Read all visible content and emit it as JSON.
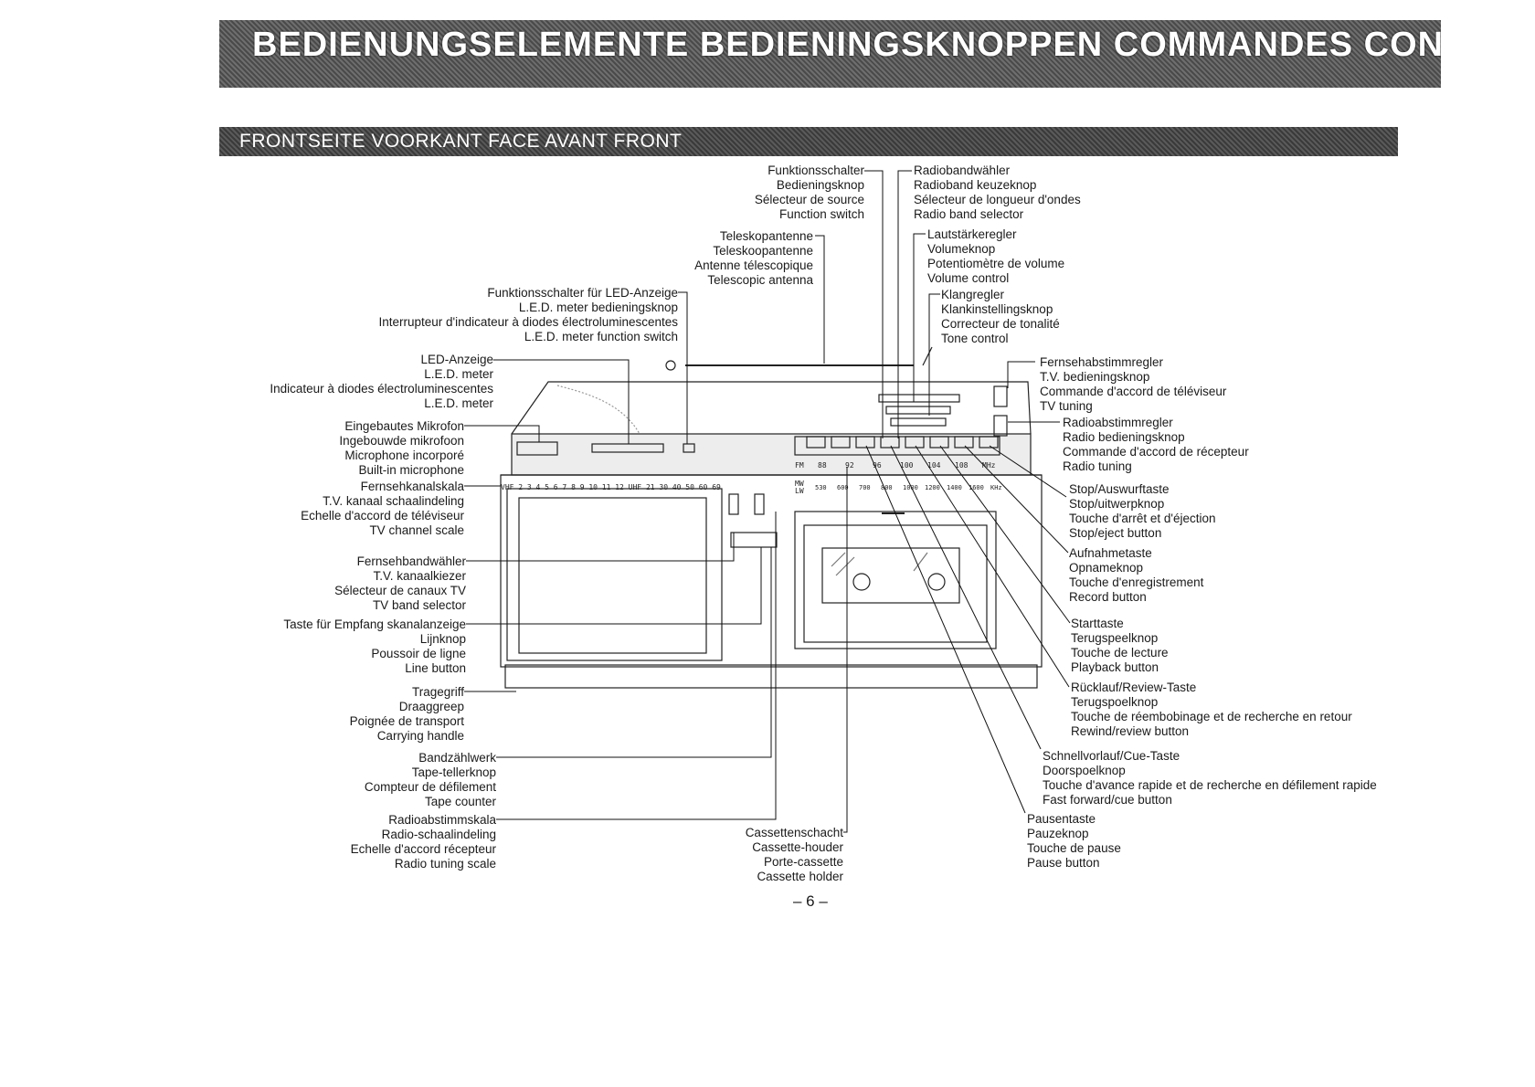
{
  "header": {
    "title": "BEDIENUNGSELEMENTE BEDIENINGSKNOPPEN COMMANDES CONTROLS",
    "subtitle": "FRONTSEITE  VOORKANT  FACE AVANT  FRONT"
  },
  "labels": {
    "function_switch": [
      "Funktionsschalter",
      "Bedieningsknop",
      "Sélecteur de source",
      "Function switch"
    ],
    "telescopic_antenna": [
      "Teleskopantenne",
      "Teleskoopantenne",
      "Antenne télescopique",
      "Telescopic antenna"
    ],
    "led_switch": [
      "Funktionsschalter für LED-Anzeige",
      "L.E.D. meter bedieningsknop",
      "Interrupteur d'indicateur à diodes électroluminescentes",
      "L.E.D. meter function switch"
    ],
    "led_meter": [
      "LED-Anzeige",
      "L.E.D. meter",
      "Indicateur à diodes électroluminescentes",
      "L.E.D. meter"
    ],
    "microphone": [
      "Eingebautes Mikrofon",
      "Ingebouwde mikrofoon",
      "Microphone incorporé",
      "Built-in microphone"
    ],
    "tv_channel_scale": [
      "Fernsehkanalskala",
      "T.V. kanaal schaalindeling",
      "Echelle d'accord de téléviseur",
      "TV channel scale"
    ],
    "tv_band_selector": [
      "Fernsehbandwähler",
      "T.V. kanaalkiezer",
      "Sélecteur de canaux TV",
      "TV band selector"
    ],
    "line_button": [
      "Taste für Empfang skanalanzeige",
      "Lijnknop",
      "Poussoir de ligne",
      "Line button"
    ],
    "carrying_handle": [
      "Tragegriff",
      "Draaggreep",
      "Poignée de transport",
      "Carrying handle"
    ],
    "tape_counter": [
      "Bandzählwerk",
      "Tape-tellerknop",
      "Compteur de défilement",
      "Tape counter"
    ],
    "radio_tuning_scale": [
      "Radioabstimmskala",
      "Radio-schaalindeling",
      "Echelle d'accord récepteur",
      "Radio tuning scale"
    ],
    "cassette_holder": [
      "Cassettenschacht",
      "Cassette-houder",
      "Porte-cassette",
      "Cassette holder"
    ],
    "radio_band_selector": [
      "Radiobandwähler",
      "Radioband keuzeknop",
      "Sélecteur de longueur d'ondes",
      "Radio band selector"
    ],
    "volume_control": [
      "Lautstärkeregler",
      "Volumeknop",
      "Potentiomètre de volume",
      "Volume control"
    ],
    "tone_control": [
      "Klangregler",
      "Klankinstellingsknop",
      "Correcteur de tonalité",
      "Tone control"
    ],
    "tv_tuning": [
      "Fernsehabstimmregler",
      "T.V. bedieningsknop",
      "Commande d'accord de téléviseur",
      "TV tuning"
    ],
    "radio_tuning": [
      "Radioabstimmregler",
      "Radio bedieningsknop",
      "Commande d'accord de récepteur",
      "Radio tuning"
    ],
    "stop_eject": [
      "Stop/Auswurftaste",
      "Stop/uitwerpknop",
      "Touche d'arrêt et d'éjection",
      "Stop/eject button"
    ],
    "record": [
      "Aufnahmetaste",
      "Opnameknop",
      "Touche d'enregistrement",
      "Record button"
    ],
    "playback": [
      "Starttaste",
      "Terugspeelknop",
      "Touche de lecture",
      "Playback button"
    ],
    "rewind": [
      "Rücklauf/Review-Taste",
      "Terugspoelknop",
      "Touche de réembobinage et de recherche en retour",
      "Rewind/review button"
    ],
    "fast_forward": [
      "Schnellvorlauf/Cue-Taste",
      "Doorspoelknop",
      "Touche d'avance rapide et de recherche en défilement rapide",
      "Fast forward/cue button"
    ],
    "pause": [
      "Pausentaste",
      "Pauzeknop",
      "Touche de pause",
      "Pause button"
    ]
  },
  "device": {
    "tv_scale_text": "VHF 2 3 4  5 6 7 8 9 10 11 12   UHF 21 30 40 50 60 69",
    "band_labels": [
      "FM",
      "MW",
      "LW"
    ],
    "fm_scale": [
      "88",
      "92",
      "96",
      "100",
      "104",
      "108",
      "MHz"
    ],
    "am_scale": [
      "530",
      "600",
      "700",
      "800",
      "1000",
      "1200",
      "1400",
      "1600",
      "KHz"
    ]
  },
  "page_number": "– 6 –"
}
